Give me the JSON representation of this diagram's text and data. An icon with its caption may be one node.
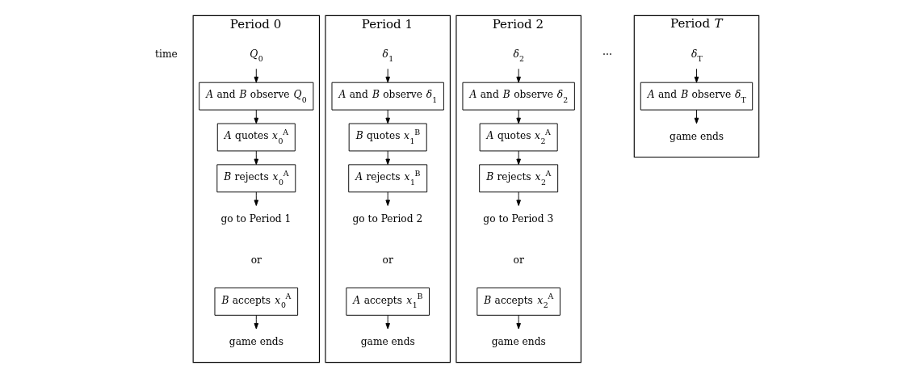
{
  "diagram": {
    "nodes": [
      {
        "text": [
          "Period 0"
        ]
      },
      {
        "text": [
          "*Q*$_{0}$"
        ],
        "in": 0
      },
      {
        "text": [
          "*A* and *B* observe *Q*$_{0}$"
        ],
        "in": 0
      },
      {
        "text": [
          "*A* quotes *x*$_{0}$$^{A}$"
        ],
        "in": 0
      },
      {
        "text": [
          "*B* rejects *x*$_{0}$$^{A}$"
        ],
        "in": 0
      },
      {
        "text": [
          "go to Period 1"
        ],
        "in": 0
      },
      {
        "text": [
          "*B* accepts *x*$_{0}$$^{A}$"
        ],
        "in": 0
      },
      {
        "text": [
          "game ends"
        ],
        "in": 0
      },
      {
        "text": [
          "Period 1"
        ]
      },
      {
        "text": [
          "*δ*$_{1}$"
        ],
        "in": 8
      },
      {
        "text": [
          "*A* and *B* observe *δ*$_{1}$"
        ],
        "in": 8
      },
      {
        "text": [
          "*B* quotes *x*$_{1}$$^{B}$"
        ],
        "in": 8
      },
      {
        "text": [
          "*A* rejects *x*$_{1}$$^{B}$"
        ],
        "in": 8
      },
      {
        "text": [
          "go to Period 2"
        ],
        "in": 8
      },
      {
        "text": [
          "*A* accepts *x*$_{1}$$^{B}$"
        ],
        "in": 8
      },
      {
        "text": [
          "game ends"
        ],
        "in": 8
      },
      {
        "text": [
          "Period 2"
        ]
      },
      {
        "text": [
          "*δ*$_{2}$"
        ],
        "in": 16
      },
      {
        "text": [
          "*A* and *B* observe *δ*$_{2}$"
        ],
        "in": 16
      },
      {
        "text": [
          "*A* quotes *x*$_{2}$$^{A}$"
        ],
        "in": 16
      },
      {
        "text": [
          "*B* rejects *x*$_{2}$$^{A}$"
        ],
        "in": 16
      },
      {
        "text": [
          "go to Period 3"
        ],
        "in": 16
      },
      {
        "text": [
          "*B* accepts *x*$_{2}$$^{A}$"
        ],
        "in": 16
      },
      {
        "text": [
          "game ends"
        ],
        "in": 16
      },
      {
        "text": [
          "Period *T*"
        ]
      },
      {
        "text": [
          "*δ*$_{T}$"
        ],
        "in": 24
      },
      {
        "text": [
          "*A* and *B* observe *δ*$_{T}$"
        ],
        "in": 24
      },
      {
        "text": [
          "game ends"
        ],
        "in": 24
      }
    ],
    "edges": [
      {
        "from": 1,
        "to": 2,
        "arrow": "to"
      },
      {
        "from": 2,
        "to": 3,
        "arrow": "to"
      },
      {
        "from": 3,
        "to": 4,
        "arrow": "to"
      },
      {
        "from": 4,
        "to": 5,
        "arrow": "to"
      },
      {
        "from": 6,
        "to": 7,
        "arrow": "to"
      },
      {
        "from": 9,
        "to": 10,
        "arrow": "to"
      },
      {
        "from": 10,
        "to": 11,
        "arrow": "to"
      },
      {
        "from": 11,
        "to": 12,
        "arrow": "to"
      },
      {
        "from": 12,
        "to": 13,
        "arrow": "to"
      },
      {
        "from": 14,
        "to": 15,
        "arrow": "to"
      },
      {
        "from": 17,
        "to": 18,
        "arrow": "to"
      },
      {
        "from": 18,
        "to": 19,
        "arrow": "to"
      },
      {
        "from": 19,
        "to": 20,
        "arrow": "to"
      },
      {
        "from": 20,
        "to": 21,
        "arrow": "to"
      },
      {
        "from": 22,
        "to": 23,
        "arrow": "to"
      },
      {
        "from": 25,
        "to": 26,
        "arrow": "to"
      },
      {
        "from": 26,
        "to": 27,
        "arrow": "to"
      }
    ],
    "labels": [
      "time",
      "⋯",
      "or",
      "or",
      "or"
    ]
  }
}
